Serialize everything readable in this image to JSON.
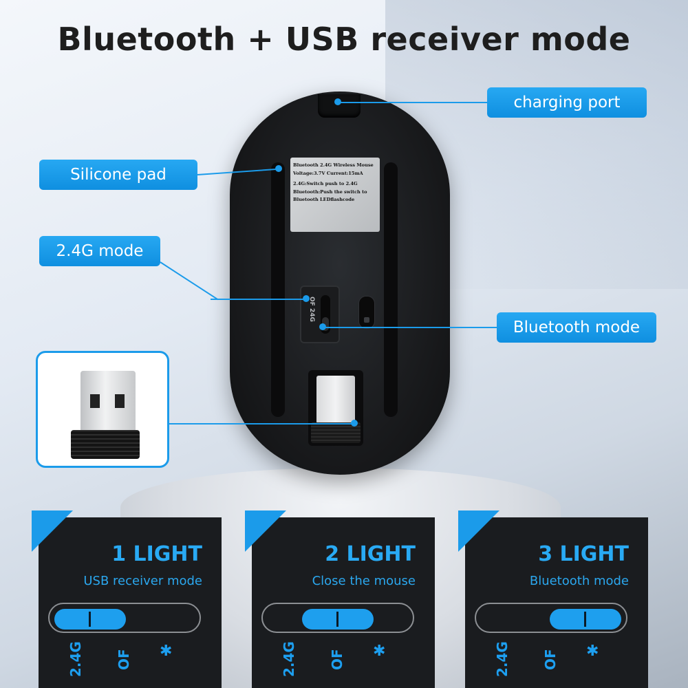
{
  "title": "Bluetooth + USB receiver mode",
  "callouts": {
    "charging_port": "charging port",
    "silicone_pad": "Silicone pad",
    "mode_24g": "2.4G mode",
    "bluetooth_mode": "Bluetooth mode"
  },
  "label_plate": {
    "line1": "Bluetooth 2.4G Wireless Mouse",
    "line2": "Voltage:3.7V  Current:15mA",
    "line3": "2.4G:Switch push to 2.4G",
    "line4": "Bluetooth:Push the switch to",
    "line5": "Bluetooth LEDflashcode"
  },
  "switch_text": "OF 24G",
  "panels": [
    {
      "title": "1 LIGHT",
      "subtitle": "USB receiver mode",
      "knob_position": 0.0
    },
    {
      "title": "2 LIGHT",
      "subtitle": "Close the mouse",
      "knob_position": 0.5
    },
    {
      "title": "3 LIGHT",
      "subtitle": "Bluetooth mode",
      "knob_position": 1.0
    }
  ],
  "switch_labels": {
    "l1": "2.4G",
    "l2": "OF",
    "l3": "✱"
  },
  "colors": {
    "accent": "#1b9bea",
    "panel": "#1a1c1f",
    "title": "#1e1e1e"
  },
  "icons": [
    "bluetooth-icon",
    "usb-receiver-icon"
  ]
}
